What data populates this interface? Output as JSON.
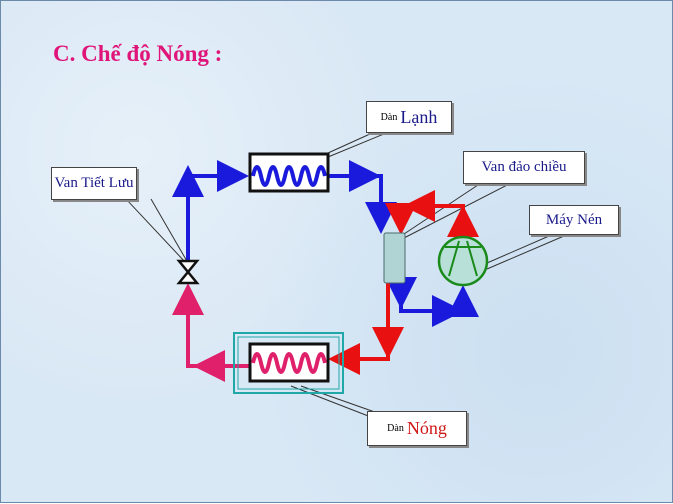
{
  "title": "C. Chế độ Nóng :",
  "labels": {
    "evaporator_prefix": "Dàn",
    "evaporator_name": "Lạnh",
    "condenser_prefix": "Dàn",
    "condenser_name": "Nóng",
    "expansion_valve": "Van Tiết Lưu",
    "reversing_valve": "Van đảo chiều",
    "compressor": "Máy Nén"
  },
  "colors": {
    "title": "#e0157a",
    "cold": "#1a1adc",
    "hot": "#e81010",
    "hot_liquid": "#e0206a",
    "compressor": "#1a8a1a"
  }
}
